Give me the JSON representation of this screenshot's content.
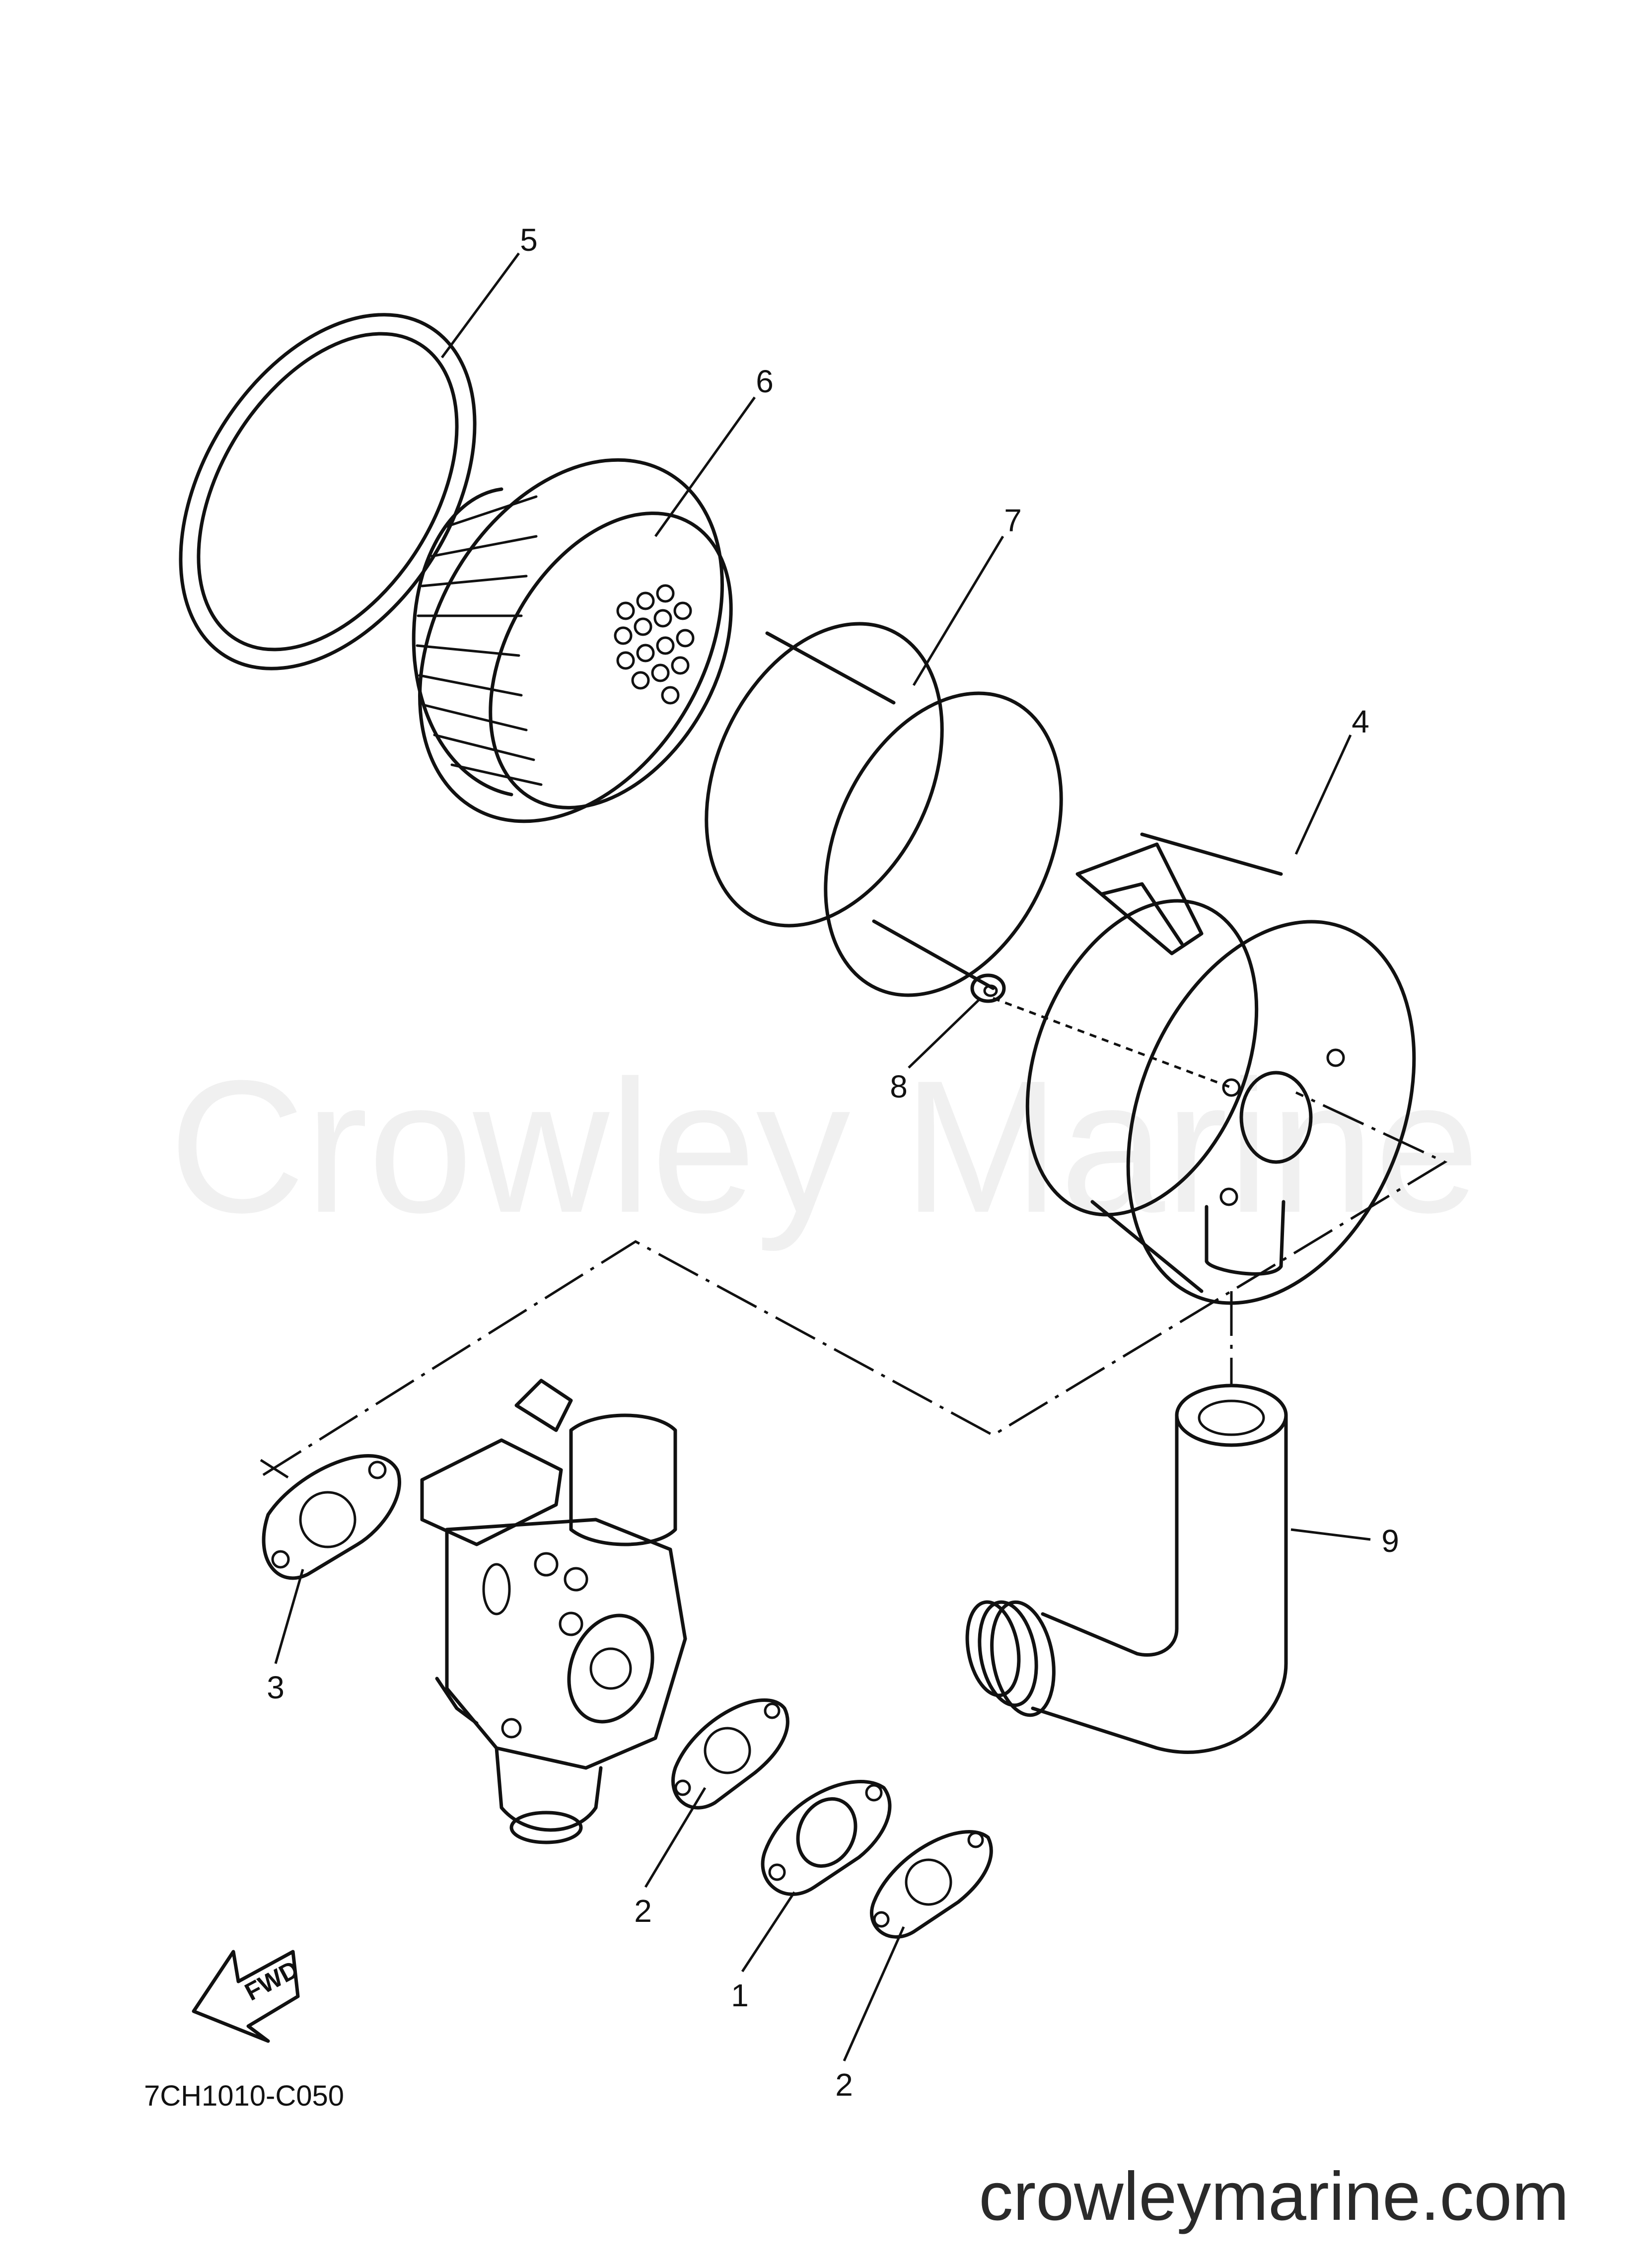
{
  "watermark": "Crowley Marine",
  "site_url": "crowleymarine.com",
  "diagram_code": "7CH1010-C050",
  "fwd_label": "FWD",
  "callouts": {
    "c1": "1",
    "c2a": "2",
    "c2b": "2",
    "c3": "3",
    "c4": "4",
    "c5": "5",
    "c6": "6",
    "c7": "7",
    "c8": "8",
    "c9": "9"
  }
}
